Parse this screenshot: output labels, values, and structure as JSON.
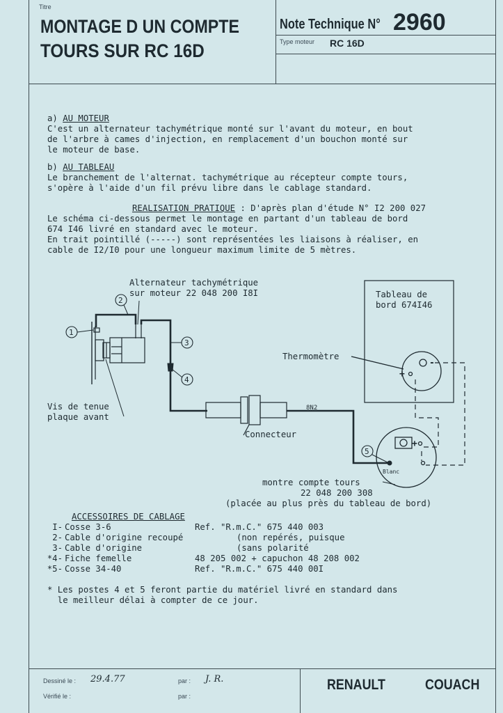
{
  "header": {
    "titre_label": "Titre",
    "title_line1": "MONTAGE D UN COMPTE",
    "title_line2": "TOURS SUR RC 16D",
    "note_label": "Note Technique N°",
    "note_number": "2960",
    "type_moteur_label": "Type moteur",
    "type_moteur_value": "RC 16D"
  },
  "sections": {
    "a_label": "a)",
    "a_title": "AU MOTEUR",
    "a_lines": [
      "C'est un alternateur tachymétrique monté sur l'avant du moteur, en bout",
      "de l'arbre à cames d'injection, en remplacement d'un bouchon monté sur",
      "le moteur de base."
    ],
    "b_label": "b)",
    "b_title": "AU TABLEAU",
    "b_lines": [
      "Le branchement de l'alternat. tachymétrique au récepteur compte tours,",
      "s'opère à l'aide d'un fil prévu libre dans le cablage standard."
    ],
    "real_title": "REALISATION PRATIQUE",
    "real_rest": " : D'après plan d'étude N° I2 200 027",
    "real_lines": [
      "Le schéma ci-dessous permet le montage en partant d'un tableau de bord",
      "674 I46 livré en standard avec le moteur.",
      "En trait pointillé (-----) sont représentées les liaisons à réaliser, en",
      "cable de I2/I0 pour une longueur maximum limite de 5 mètres."
    ]
  },
  "diagram": {
    "alt_label_1": "Alternateur tachymétrique",
    "alt_label_2": "sur moteur 22 048 200 I8I",
    "tableau_1": "Tableau de",
    "tableau_2": "bord 674I46",
    "thermometre": "Thermomètre",
    "vis_1": "Vis de tenue",
    "vis_2": "plaque avant",
    "connecteur": "Connecteur",
    "wire_code": "8N2",
    "blanc": "Blanc",
    "montre_1": "montre compte tours",
    "montre_2": "22 048 200 308",
    "montre_3": "(placée au plus près du tableau de bord)",
    "callouts": [
      "1",
      "2",
      "3",
      "4",
      "5"
    ],
    "plus": "+",
    "minus": "-"
  },
  "accessoires": {
    "title": "ACCESSOIRES DE CABLAGE",
    "rows": [
      {
        "id": "I-",
        "name": "Cosse 3-6",
        "ref": "Ref. \"R.m.C.\" 675 440 003"
      },
      {
        "id": "2-",
        "name": "Cable d'origine recoupé",
        "ref": "(non repérés, puisque"
      },
      {
        "id": "3-",
        "name": "Cable d'origine",
        "ref": "(sans polarité"
      },
      {
        "id": "*4-",
        "name": "Fiche femelle",
        "ref": "48 205 002 + capuchon 48 208 002"
      },
      {
        "id": "*5-",
        "name": "Cosse 34-40",
        "ref": "Ref. \"R.m.C.\" 675 440 00I"
      }
    ],
    "note_lines": [
      "* Les postes 4 et 5 feront partie du matériel livré en standard dans",
      "  le meilleur délai à compter de ce jour."
    ]
  },
  "footer": {
    "dessine_label": "Dessiné le :",
    "dessine_value": "29.4.77",
    "par_label_1": "par :",
    "par_value_1": "J. R.",
    "verifie_label": "Vérifié le :",
    "par_label_2": "par :",
    "brand_1": "RENAULT",
    "brand_2": "COUACH"
  }
}
